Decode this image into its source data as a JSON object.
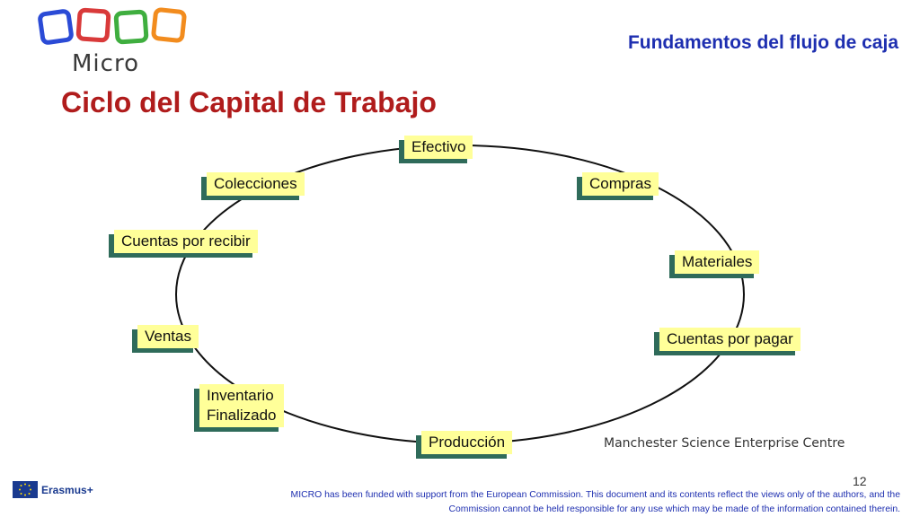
{
  "brand": {
    "logo_text": "Micro"
  },
  "header": {
    "right_title": "Fundamentos del flujo de caja"
  },
  "slide": {
    "title": "Ciclo del Capital de Trabajo",
    "page_number": "12"
  },
  "cycle": {
    "nodes": [
      {
        "id": "efectivo",
        "label": "Efectivo"
      },
      {
        "id": "compras",
        "label": "Compras"
      },
      {
        "id": "materiales",
        "label": "Materiales"
      },
      {
        "id": "cuentas-por-pagar",
        "label": "Cuentas por pagar"
      },
      {
        "id": "produccion",
        "label": "Producción"
      },
      {
        "id": "inventario",
        "label": "Inventario\nFinalizado"
      },
      {
        "id": "ventas",
        "label": "Ventas"
      },
      {
        "id": "cuentas-por-recibir",
        "label": "Cuentas por recibir"
      },
      {
        "id": "colecciones",
        "label": "Colecciones"
      }
    ]
  },
  "credit": "Manchester Science Enterprise Centre",
  "footer": {
    "erasmus": "Erasmus+",
    "disclaimer": "MICRO has been funded with support from the European Commission. This document and its contents reflect the views only of the authors, and the Commission cannot be held responsible for any use which may be made of the information contained therein."
  },
  "colors": {
    "title": "#b01c1c",
    "header": "#1e2fb0",
    "box": "#ffff99",
    "shadow": "#2f6b5a"
  }
}
